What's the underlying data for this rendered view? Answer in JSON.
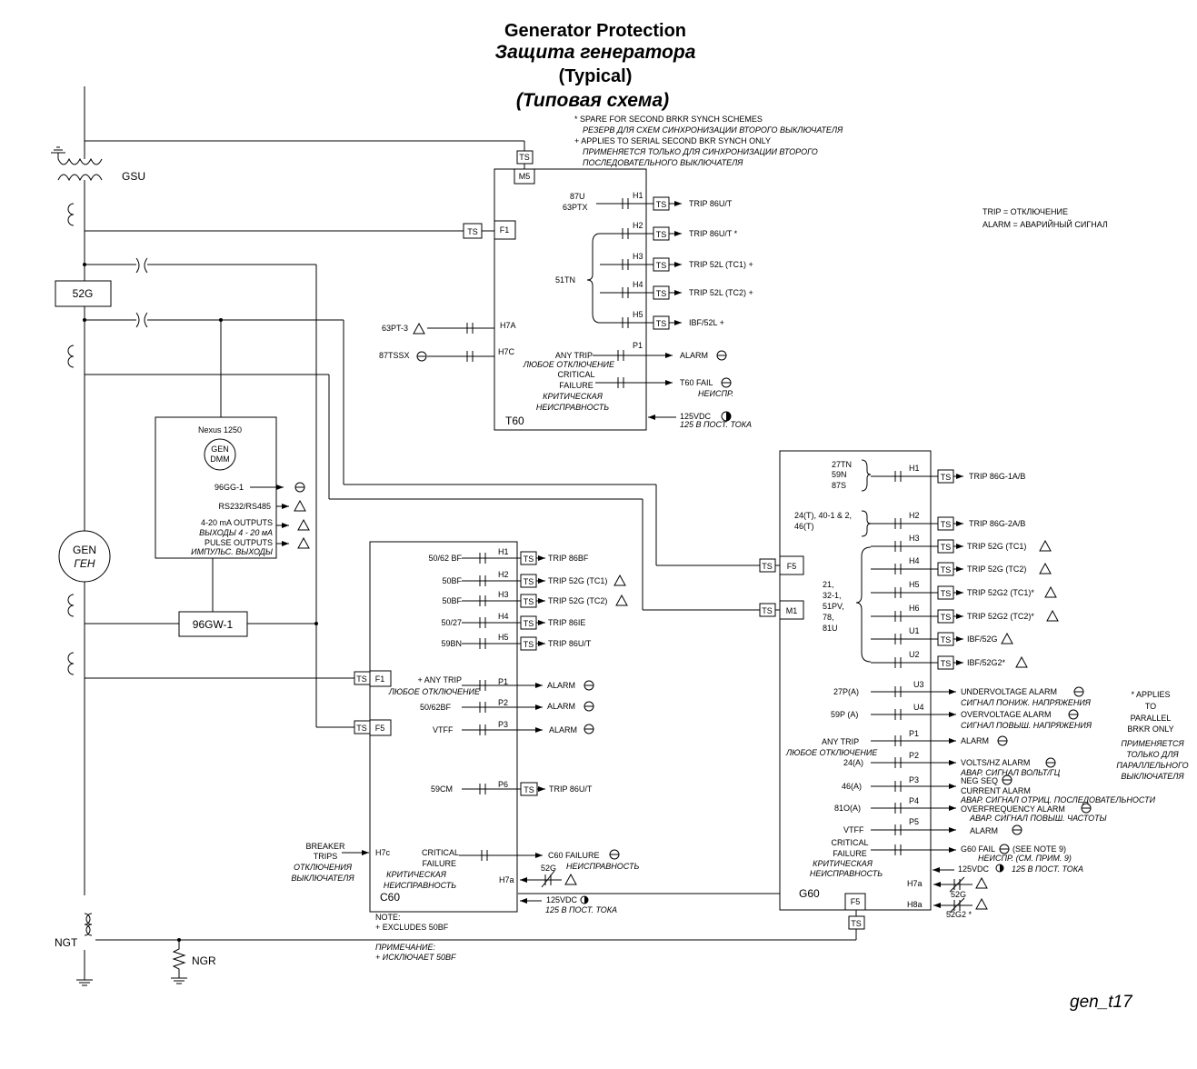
{
  "title": {
    "line1": "Generator Protection",
    "line2": "Защита генератора",
    "line3": "(Typical)",
    "line4": "(Типовая схема)"
  },
  "notes": {
    "spare_en": "* SPARE FOR SECOND BRKR SYNCH SCHEMES",
    "spare_ru": "РЕЗЕРВ ДЛЯ СХЕМ СИНХРОНИЗАЦИИ ВТОРОГО ВЫКЛЮЧАТЕЛЯ",
    "applies_en": "+ APPLIES TO SERIAL SECOND BKR SYNCH  ONLY",
    "applies_ru1": "ПРИМЕНЯЕТСЯ ТОЛЬКО ДЛЯ СИНХРОНИЗАЦИИ ВТОРОГО",
    "applies_ru2": "ПОСЛЕДОВАТЕЛЬНОГО ВЫКЛЮЧАТЕЛЯ",
    "trip_def": "TRIP = ОТКЛЮЧЕНИЕ",
    "alarm_def": "ALARM = АВАРИЙНЫЙ СИГНАЛ",
    "parallel": [
      "* APPLIES",
      "TO",
      "PARALLEL",
      "BRKR ONLY"
    ],
    "parallel_ru": [
      "ПРИМЕНЯЕТСЯ",
      "ТОЛЬКО ДЛЯ",
      "ПАРАЛЛЕЛЬНОГО",
      "ВЫКЛЮЧАТЕЛЯ"
    ],
    "c60_note": [
      "NOTE:",
      "+ EXCLUDES 50BF"
    ],
    "c60_note_ru": [
      "ПРИМЕЧАНИЕ:",
      "+ ИСКЛЮЧАЕТ 50BF"
    ],
    "figure_id": "gen_t17"
  },
  "primary": {
    "gsu": "GSU",
    "b52g": "52G",
    "gen": "GEN",
    "gen_ru": "ГЕН",
    "ngt": "NGT",
    "ngr": "NGR",
    "gw": "96GW-1"
  },
  "nexus": {
    "name": "Nexus 1250",
    "dmm1": "GEN",
    "dmm2": "DMM",
    "out1": "96GG-1",
    "out2": "RS232/RS485",
    "out3": "4-20 mA OUTPUTS",
    "out3_ru": "ВЫХОДЫ 4 - 20 мА",
    "out4": "PULSE OUTPUTS",
    "out4_ru": "ИМПУЛЬС. ВЫХОДЫ"
  },
  "t60": {
    "name": "T60",
    "ts": "TS",
    "m5": "M5",
    "f1": "F1",
    "h7a": "H7A",
    "h7c": "H7C",
    "in_63pt": "63PT-3",
    "in_87tssx": "87TSSX",
    "h1_lbl1": "87U",
    "h1_lbl2": "63PTX",
    "tn51": "51TN",
    "h": [
      "H1",
      "H2",
      "H3",
      "H4",
      "H5"
    ],
    "trips": [
      "TRIP 86U/T",
      "TRIP 86U/T *",
      "TRIP 52L (TC1) +",
      "TRIP 52L (TC2) +",
      "IBF/52L +"
    ],
    "p1": "P1",
    "any_trip": "ANY TRIP",
    "any_trip_ru": "ЛЮБОЕ ОТКЛЮЧЕНИЕ",
    "alarm": "ALARM",
    "critical1": "CRITICAL",
    "critical2": "FAILURE",
    "critical_ru1": "КРИТИЧЕСКАЯ",
    "critical_ru2": "НЕИСПРАВНОСТЬ",
    "fail": "T60 FAIL",
    "fail_ru": "НЕИСПР.",
    "vdc": "125VDC",
    "vdc_ru": "125 В ПОСТ. ТОКА"
  },
  "c60": {
    "name": "C60",
    "f1": "F1",
    "f5": "F5",
    "rows": [
      {
        "in": "50/62 BF",
        "h": "H1",
        "out": "TRIP 86BF"
      },
      {
        "in": "50BF",
        "h": "H2",
        "out": "TRIP 52G (TC1)"
      },
      {
        "in": "50BF",
        "h": "H3",
        "out": "TRIP 52G (TC2)"
      },
      {
        "in": "50/27",
        "h": "H4",
        "out": "TRIP 86IE"
      },
      {
        "in": "59BN",
        "h": "H5",
        "out": "TRIP 86U/T"
      }
    ],
    "any_trip": "+ ANY TRIP",
    "any_trip_ru": "ЛЮБОЕ ОТКЛЮЧЕНИЕ",
    "p1": "P1",
    "p2": "P2",
    "p3": "P3",
    "p6": "P6",
    "p2_in": "50/62BF",
    "p3_in": "VTFF",
    "p6_in": "59CM",
    "alarm": "ALARM",
    "p6_out": "TRIP 86U/T",
    "breaker": [
      "BREAKER",
      "TRIPS"
    ],
    "breaker_ru": [
      "ОТКЛЮЧЕНИЯ",
      "ВЫКЛЮЧАТЕЛЯ"
    ],
    "h7c": "H7c",
    "critical1": "CRITICAL",
    "critical2": "FAILURE",
    "critical_ru1": "КРИТИЧЕСКАЯ",
    "critical_ru2": "НЕИСПРАВНОСТЬ",
    "failure": "C60 FAILURE",
    "failure_ru": "НЕИСПРАВНОСТЬ",
    "h7a": "H7a",
    "c52g": "52G",
    "vdc": "125VDC",
    "vdc_ru": "125 В ПОСТ. ТОКА"
  },
  "g60": {
    "name": "G60",
    "f5": "F5",
    "m1": "M1",
    "f5b": "F5",
    "h1_in": [
      "27TN",
      "59N",
      "87S"
    ],
    "h1_out": "TRIP 86G-1A/B",
    "h2_in": [
      "24(T), 40-1 & 2,",
      "46(T)"
    ],
    "h2_out": "TRIP 86G-2A/B",
    "grp_in": [
      "21,",
      "32-1,",
      "51PV,",
      "78,",
      "81U"
    ],
    "h": [
      "H1",
      "H2",
      "H3",
      "H4",
      "H5",
      "H6",
      "U1",
      "U2"
    ],
    "trips": [
      "TRIP 52G (TC1)",
      "TRIP 52G (TC2)",
      "TRIP 52G2 (TC1)*",
      "TRIP 52G2 (TC2)*",
      "IBF/52G",
      "IBF/52G2*"
    ],
    "u3_in": "27P(A)",
    "u3": "U3",
    "u3_out": "UNDERVOLTAGE ALARM",
    "u3_ru": "СИГНАЛ ПОНИЖ. НАПРЯЖЕНИЯ",
    "u4_in": "59P (A)",
    "u4": "U4",
    "u4_out": "OVERVOLTAGE ALARM",
    "u4_ru": "СИГНАЛ ПОВЫШ. НАПРЯЖЕНИЯ",
    "p1_in": "ANY TRIP",
    "p1_ru": "ЛЮБОЕ ОТКЛЮЧЕНИЕ",
    "p1": "P1",
    "p1_out": "ALARM",
    "p2_in": "24(A)",
    "p2": "P2",
    "p2_out": "VOLTS/HZ  ALARM",
    "p2_ru": "АВАР. СИГНАЛ ВОЛЬТ/ГЦ",
    "p3_in": "46(A)",
    "p3": "P3",
    "p3_out1": "NEG SEQ",
    "p3_out2": "CURRENT ALARM",
    "p3_ru": "АВАР. СИГНАЛ ОТРИЦ. ПОСЛЕДОВАТЕЛЬНОСТИ",
    "p4_in": "81O(A)",
    "p4": "P4",
    "p4_out": "OVERFREQUENCY ALARM",
    "p4_ru": "АВАР. СИГНАЛ ПОВЫШ. ЧАСТОТЫ",
    "p5_in": "VTFF",
    "p5": "P5",
    "p5_out": "ALARM",
    "critical1": "CRITICAL",
    "critical2": "FAILURE",
    "critical_ru1": "КРИТИЧЕСКАЯ",
    "critical_ru2": "НЕИСПРАВНОСТЬ",
    "fail": "G60 FAIL",
    "fail_note": "(SEE NOTE 9)",
    "fail_ru": "НЕИСПР. (СМ. ПРИМ. 9)",
    "vdc": "125VDC",
    "vdc_ru": "125 В ПОСТ. ТОКА",
    "h7a": "H7a",
    "h8a": "H8a",
    "c52g": "52G",
    "c52g2": "52G2 *",
    "ts": "TS"
  }
}
